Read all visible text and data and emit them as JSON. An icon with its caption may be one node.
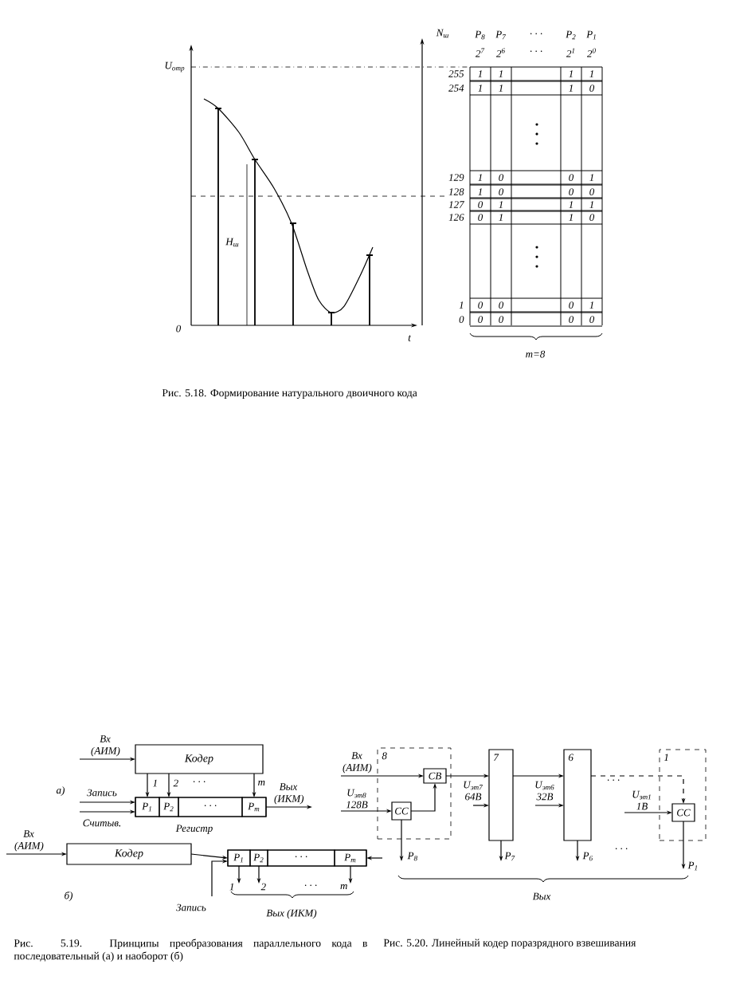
{
  "diagram": {
    "nodes": [
      {
        "text": [
          "Кодер"
        ]
      },
      {
        "text": [],
        "shape": "box",
        "beside": [
          "Регистр"
        ]
      },
      {
        "text": [
          "P$_{1}$"
        ],
        "in": 1
      },
      {
        "text": [
          "P$_{2}$"
        ],
        "in": 1
      },
      {
        "text": [
          "· · ·"
        ],
        "in": 1
      },
      {
        "text": [
          "P$_{m}$"
        ],
        "in": 1
      },
      {
        "text": [
          "Кодер"
        ]
      },
      {
        "text": [],
        "shape": "box"
      },
      {
        "text": [
          "P$_{1}$"
        ],
        "in": 7
      },
      {
        "text": [
          "P$_{2}$"
        ],
        "in": 7
      },
      {
        "text": [
          "· · ·"
        ],
        "in": 7
      },
      {
        "text": [
          "P$_{m}$"
        ],
        "in": 7
      },
      {
        "text": [
          "8"
        ]
      },
      {
        "text": [
          "СВ"
        ],
        "in": 12
      },
      {
        "text": [
          "СС"
        ],
        "in": 12
      },
      {
        "text": [
          "7"
        ]
      },
      {
        "text": [
          "6"
        ]
      },
      {
        "text": [
          "1"
        ]
      },
      {
        "text": [
          "СС"
        ],
        "in": 17
      }
    ],
    "edges": [
      {
        "from": null,
        "to": 0,
        "arrow": "to",
        "label": "Вх (АИМ)"
      },
      {
        "from": 0,
        "to": 2,
        "arrow": "to",
        "label": "1"
      },
      {
        "from": 0,
        "to": 3,
        "arrow": "to",
        "label": "2"
      },
      {
        "from": 0,
        "to": 5,
        "arrow": "to",
        "label": "m"
      },
      {
        "from": null,
        "to": 2,
        "arrow": "to",
        "label": "Запись"
      },
      {
        "from": null,
        "to": 2,
        "arrow": "to",
        "label": "Считыв."
      },
      {
        "from": 5,
        "to": null,
        "arrow": "to",
        "label": "Вых (ИКМ)"
      },
      {
        "from": null,
        "to": 6,
        "arrow": "to",
        "label": "Вх (АИМ)"
      },
      {
        "from": 6,
        "to": 8,
        "arrow": "to"
      },
      {
        "from": null,
        "to": 11,
        "arrow": "to"
      },
      {
        "from": null,
        "to": 8,
        "arrow": "to",
        "label": "Запись"
      },
      {
        "from": 8,
        "to": null,
        "arrow": "to",
        "label": "1"
      },
      {
        "from": 9,
        "to": null,
        "arrow": "to",
        "label": "2"
      },
      {
        "from": 11,
        "to": null,
        "arrow": "to",
        "label": "m"
      },
      {
        "from": null,
        "to": 13,
        "arrow": "to",
        "label": "Вх (АИМ)"
      },
      {
        "from": null,
        "to": 14,
        "arrow": "to",
        "label": "U$_{эт8}$ 128В"
      },
      {
        "from": 14,
        "to": 13,
        "arrow": "to"
      },
      {
        "from": 13,
        "to": 15,
        "arrow": "to"
      },
      {
        "from": null,
        "to": 15,
        "arrow": "to",
        "label": "U$_{эт7}$ 64В"
      },
      {
        "from": 15,
        "to": 16,
        "arrow": "to"
      },
      {
        "from": null,
        "to": 16,
        "arrow": "to",
        "label": "U$_{эт6}$ 32В"
      },
      {
        "from": 16,
        "to": 18,
        "arrow": "to",
        "style": "dashed"
      },
      {
        "from": null,
        "to": 18,
        "arrow": "to",
        "label": "U$_{эт1}$ 1В"
      },
      {
        "from": 14,
        "to": null,
        "arrow": "to",
        "label": "P$_{8}$"
      },
      {
        "from": 15,
        "to": null,
        "arrow": "to",
        "label": "P$_{7}$"
      },
      {
        "from": 16,
        "to": null,
        "arrow": "to",
        "label": "P$_{6}$"
      },
      {
        "from": 18,
        "to": null,
        "arrow": "to",
        "label": "P$_{1}$"
      }
    ],
    "labels": [
      "N$_{ш}$",
      "P$_{8}$",
      "P$_{7}$",
      "· · ·",
      "P$_{2}$",
      "P$_{1}$",
      "2$^{7}$",
      "2$^{6}$",
      "· · ·",
      "2$^{1}$",
      "2$^{0}$",
      "U$_{отр}$",
      "255",
      "1",
      "1",
      "1",
      "1",
      "254",
      "1",
      "1",
      "1",
      "0",
      "129",
      "1",
      "0",
      "0",
      "1",
      "128",
      "1",
      "0",
      "0",
      "0",
      "127",
      "0",
      "1",
      "1",
      "1",
      "126",
      "0",
      "1",
      "1",
      "0",
      "1",
      "0",
      "0",
      "0",
      "1",
      "0",
      "0",
      "0",
      "0",
      "0",
      "H$_{ш}$",
      "0",
      "t",
      "m=8",
      "Рис. 5.18. Формирование натурального двоичного кода",
      "а)",
      "· · ·",
      "б)",
      "· · ·",
      "Вых (ИКМ)",
      "· · ·",
      "· · ·",
      "Вых",
      "Рис. 5.19. Принципы преобразования параллельного кода в последовательный (а) и наоборот (б)",
      "Рис. 5.20. Линейный кодер поразрядного взвешивания"
    ]
  }
}
